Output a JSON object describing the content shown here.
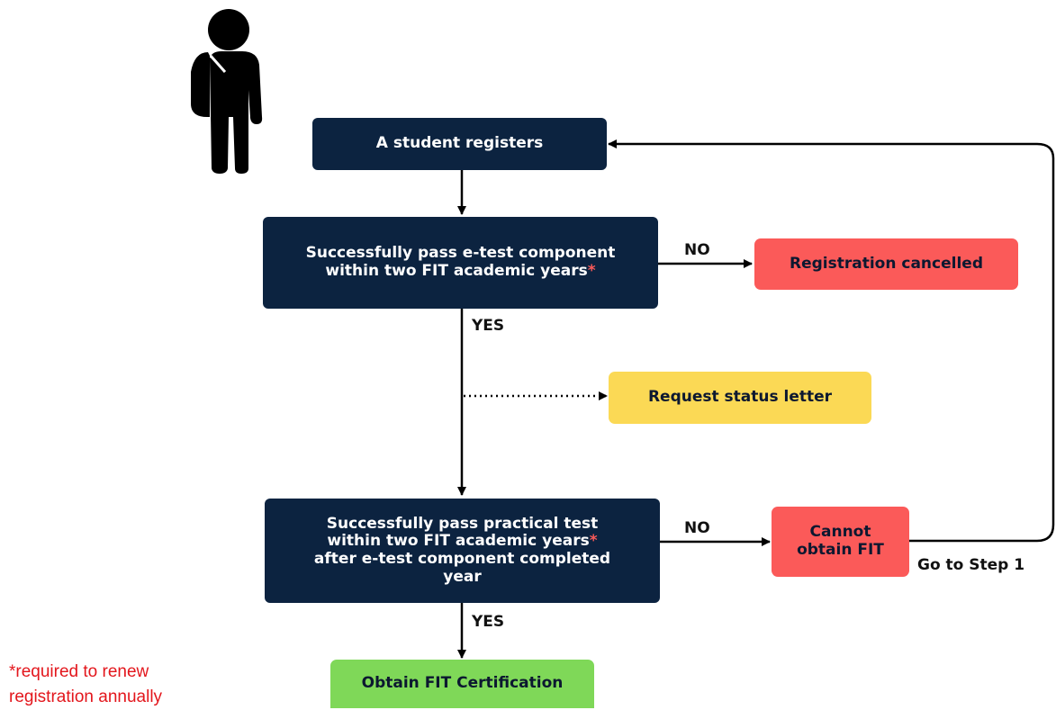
{
  "nodes": {
    "register": {
      "text": "A student registers"
    },
    "etest": {
      "line1": "Successfully pass e-test component",
      "line2": "within two FIT academic years",
      "mark": "*"
    },
    "cancelled": {
      "text": "Registration cancelled"
    },
    "status": {
      "text": "Request status letter"
    },
    "practical": {
      "line1": "Successfully pass practical test",
      "line2": "within two FIT academic years",
      "mark": "*",
      "line3": "after e-test component completed",
      "line4": "year"
    },
    "cannot": {
      "line1": "Cannot",
      "line2": "obtain FIT"
    },
    "obtain": {
      "text": "Obtain FIT Certification"
    }
  },
  "edges": {
    "etest_no": "NO",
    "etest_yes": "YES",
    "practical_no": "NO",
    "practical_yes": "YES",
    "loop_back": "Go to Step 1"
  },
  "footnote": {
    "line1": "*required to renew",
    "line2": "registration annually"
  },
  "colors": {
    "navy": "#0c2340",
    "red": "#fb5a59",
    "yellow": "#fbd955",
    "green": "#7fd858",
    "footnote": "#e3161c"
  },
  "icons": {
    "student": "student-with-backpack-icon"
  }
}
